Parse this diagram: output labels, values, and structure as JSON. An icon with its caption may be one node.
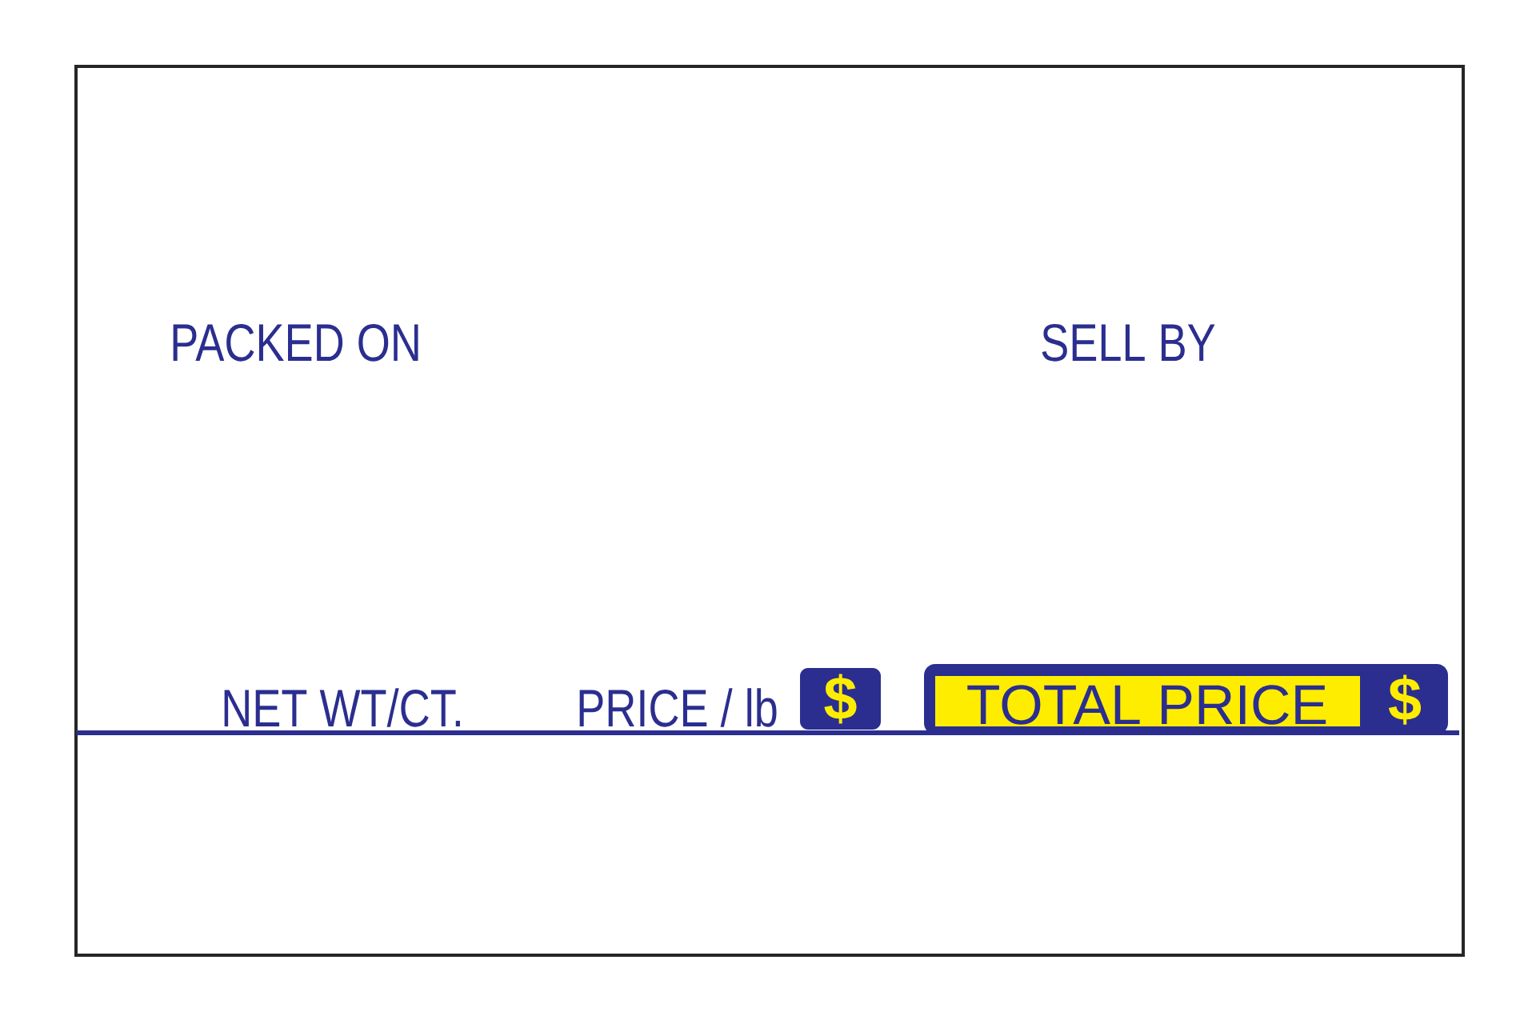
{
  "diagram": {
    "nodes": [
      {
        "text": [
          "$"
        ]
      },
      {
        "text": [
          "TOTAL PRICE",
          "$"
        ]
      }
    ],
    "labels": [
      "PACKED ON",
      "SELL BY",
      "NET WT/CT.",
      "PRICE / lb"
    ]
  }
}
